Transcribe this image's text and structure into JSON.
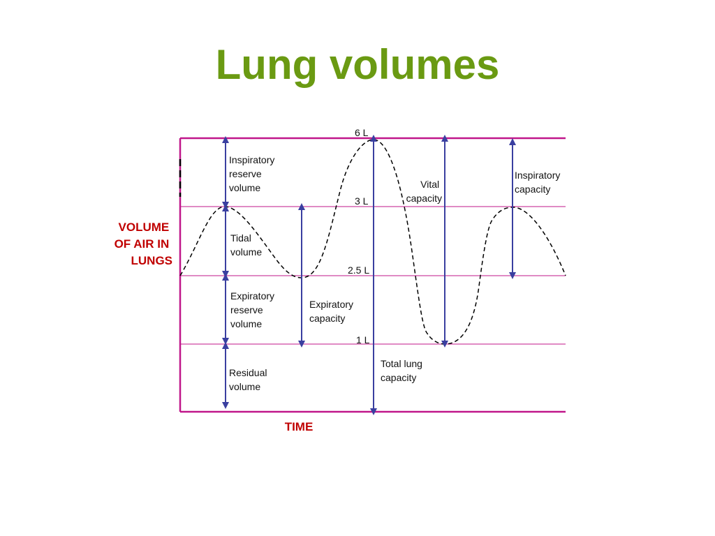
{
  "title": "Lung volumes",
  "colors": {
    "title": "#6a9a12",
    "axis_text": "#c00000",
    "frame": "#c0168a",
    "arrow": "#3a3fa0",
    "curve": "#000000"
  },
  "axis": {
    "y_label_lines": [
      "VOLUME",
      "OF AIR IN",
      "LUNGS"
    ],
    "x_label": "TIME"
  },
  "levels": {
    "top": "6 L",
    "upper": "3 L",
    "middle": "2.5 L",
    "lower": "1  L"
  },
  "labels": {
    "irv": [
      "Inspiratory",
      "reserve",
      "volume"
    ],
    "tidal": [
      "Tidal",
      "volume"
    ],
    "erv": [
      "Expiratory",
      "reserve",
      "volume"
    ],
    "residual": [
      "Residual",
      "volume"
    ],
    "exp_capacity": [
      "Expiratory",
      "capacity"
    ],
    "tlc": [
      "Total lung",
      "capacity"
    ],
    "vital": [
      "Vital",
      "capacity"
    ],
    "insp_capacity": [
      "Inspiratory",
      "capacity"
    ]
  }
}
